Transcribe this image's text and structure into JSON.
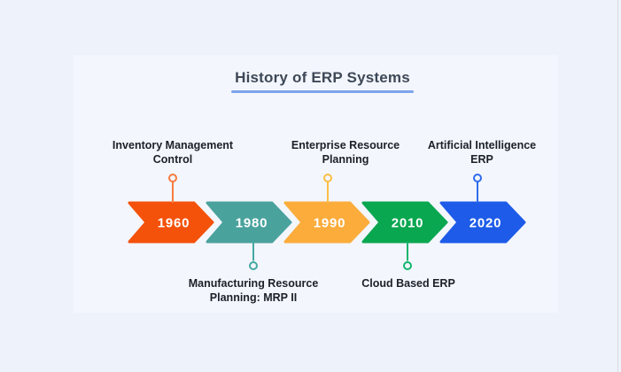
{
  "page": {
    "background": "#EEF2FA",
    "card_background": "#F3F6FD"
  },
  "title": {
    "text": "History of ERP Systems",
    "color": "#3E4856",
    "underline_color": "#7CA5EC"
  },
  "timeline": {
    "label_color": "#1B2027",
    "year_text_color": "#FFFFFF",
    "items": [
      {
        "year": "1960",
        "label": "Inventory Management\nControl",
        "side": "top",
        "color": "#F4510A",
        "connector_color": "#F87B3E"
      },
      {
        "year": "1980",
        "label": "Manufacturing Resource\nPlanning: MRP II",
        "side": "bottom",
        "color": "#4AA29D",
        "connector_color": "#45A8A3"
      },
      {
        "year": "1990",
        "label": "Enterprise Resource\nPlanning",
        "side": "top",
        "color": "#FBAC3B",
        "connector_color": "#FBBE45"
      },
      {
        "year": "2010",
        "label": "Cloud Based ERP",
        "side": "bottom",
        "color": "#09A750",
        "connector_color": "#12B56E"
      },
      {
        "year": "2020",
        "label": "Artificial Intelligence\nERP",
        "side": "top",
        "color": "#1D5BE8",
        "connector_color": "#2E6BEA"
      }
    ]
  }
}
